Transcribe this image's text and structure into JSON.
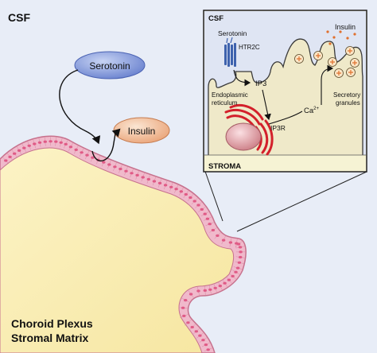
{
  "region_labels": {
    "csf": "CSF",
    "stroma_matrix_line1": "Choroid Plexus",
    "stroma_matrix_line2": "Stromal Matrix"
  },
  "ovals": {
    "serotonin": "Serotonin",
    "insulin": "Insulin"
  },
  "inset": {
    "csf": "CSF",
    "stroma": "STROMA",
    "serotonin": "Serotonin",
    "receptor": "HTR2C",
    "ip3": "IP3",
    "er_line1": "Endoplasmic",
    "er_line2": "reticulum",
    "ip3r": "IP3R",
    "calcium": "Ca",
    "calcium_sup": "2+",
    "insulin": "Insulin",
    "granules_line1": "Secretory",
    "granules_line2": "granules"
  },
  "colors": {
    "csf_bg": "#e8edf7",
    "stroma_fill": "#faefb5",
    "epithelium_outer": "#f3bfd0",
    "epithelium_line": "#c7718d",
    "nucleus": "#e05a86",
    "serotonin_oval": "#7e94d6",
    "insulin_oval": "#f2c6a2",
    "inset_bg": "#f6f3d4",
    "cell_fill": "#eee8c6",
    "er": "#d3202b",
    "receptor": "#3e62ad",
    "granule": "#e49044"
  }
}
